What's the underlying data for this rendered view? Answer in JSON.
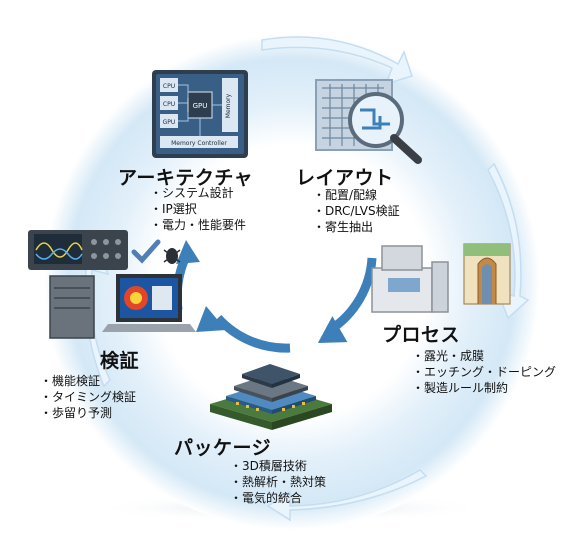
{
  "colors": {
    "ring_light": "#eaf4fb",
    "ring_edge": "#c9e0f1",
    "arrow_blue": "#3d7fb8",
    "arrow_light": "#cfe6f7",
    "chip_dark": "#2f3e4e",
    "chip_blue": "#4f8bc0"
  },
  "stages": [
    {
      "id": "architecture",
      "title": "アーキテクチャ",
      "items": [
        "システム設計",
        "IP選択",
        "電力・性能要件"
      ],
      "icon": "soc-block-diagram-icon"
    },
    {
      "id": "layout",
      "title": "レイアウト",
      "items": [
        "配置/配線",
        "DRC/LVS検証",
        "寄生抽出"
      ],
      "icon": "magnifier-layout-icon"
    },
    {
      "id": "process",
      "title": "プロセス",
      "items": [
        "露光・成膜",
        "エッチング・ドーピング",
        "製造ルール制約"
      ],
      "icon": "fab-equipment-icon"
    },
    {
      "id": "package",
      "title": "パッケージ",
      "items": [
        "3D積層技術",
        "熱解析・熱対策",
        "電気的統合"
      ],
      "icon": "stacked-package-icon"
    },
    {
      "id": "verification",
      "title": "検証",
      "items": [
        "機能検証",
        "タイミング検証",
        "歩留り予測"
      ],
      "icon": "verification-workstation-icon"
    }
  ],
  "chip_labels": {
    "cpu1": "CPU",
    "cpu2": "CPU",
    "gpu1": "GPU",
    "gpu2": "GPU",
    "memory": "Memory",
    "memory_controller": "Memory Controller"
  }
}
